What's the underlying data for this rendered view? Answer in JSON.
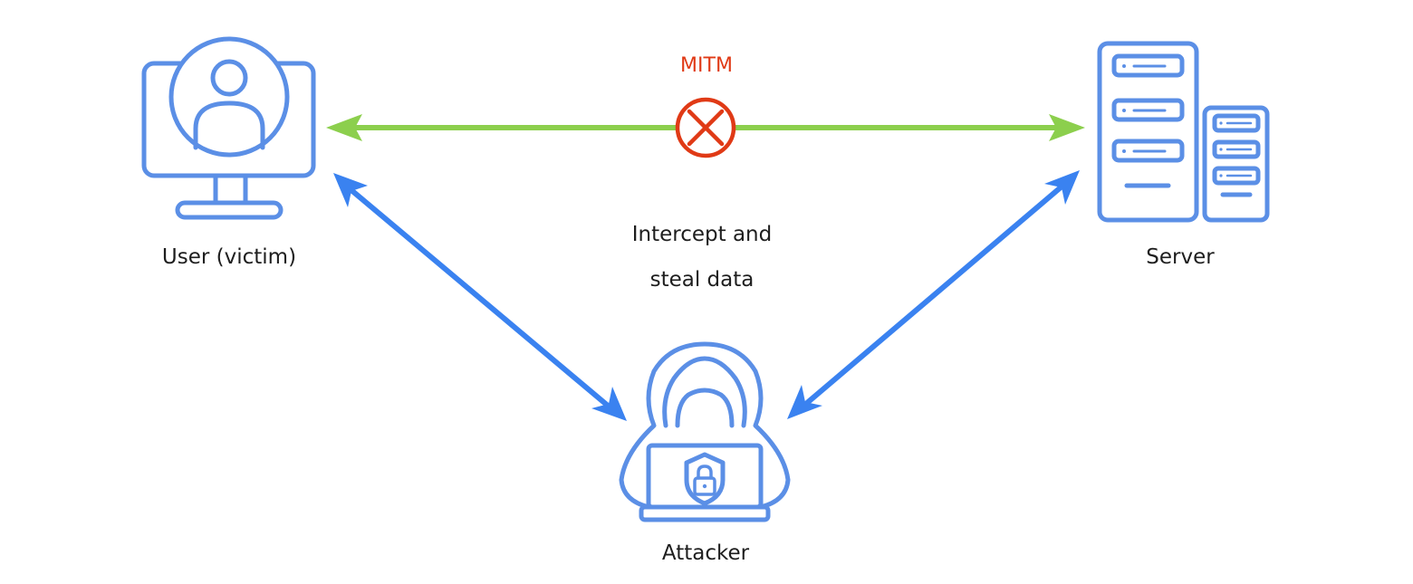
{
  "diagram": {
    "nodes": {
      "user_label": "User (victim)",
      "server_label": "Server",
      "attacker_label": "Attacker"
    },
    "mitm_label": "MITM",
    "intercept_line1": "Intercept and",
    "intercept_line2": "steal data",
    "icons": [
      "monitor-user-icon",
      "server-rack-icon",
      "hacker-laptop-icon",
      "blocked-x-icon"
    ]
  },
  "colors": {
    "icon_blue": "#5b8fe6",
    "arrow_blue": "#3a82f0",
    "direct_green": "#8ccf4d",
    "mitm_red": "#e03a16",
    "text": "#1e1e1e"
  }
}
